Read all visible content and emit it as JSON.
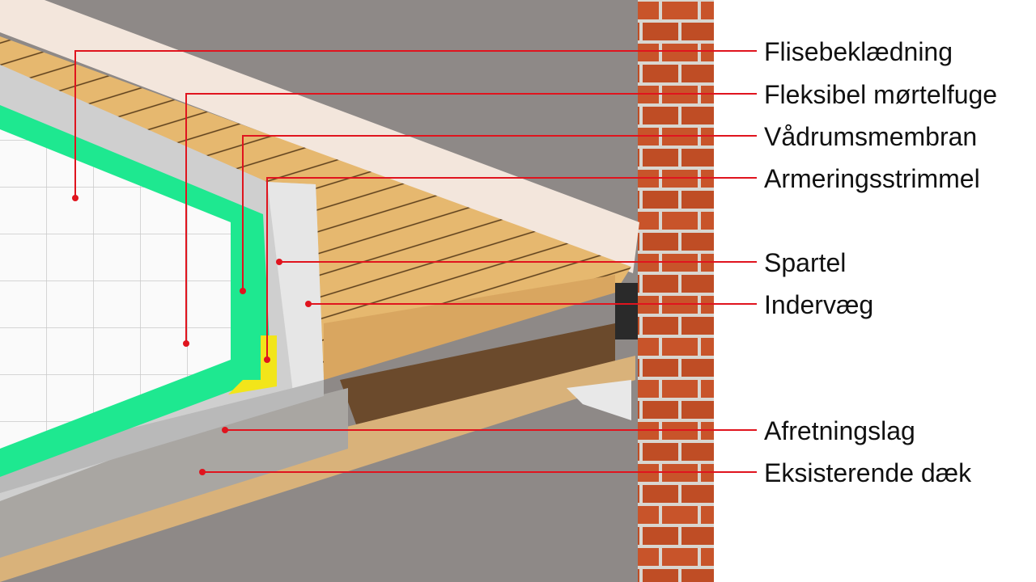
{
  "colors": {
    "leader": "#e0141e",
    "membrane": "#1ee890",
    "brick": "#c8542a",
    "wood": "#e3b36e",
    "wall": "#8e8987"
  },
  "labels": [
    {
      "id": "flisebeklaedning",
      "text": "Flisebeklædning"
    },
    {
      "id": "fleksibel-mortelfuge",
      "text": "Fleksibel mørtelfuge"
    },
    {
      "id": "vadrumsmembran",
      "text": "Vådrumsmembran"
    },
    {
      "id": "armeringsstrimmel",
      "text": "Armeringsstrimmel"
    },
    {
      "id": "spartel",
      "text": "Spartel"
    },
    {
      "id": "indervaeg",
      "text": "Indervæg"
    },
    {
      "id": "afretningslag",
      "text": "Afretningslag"
    },
    {
      "id": "eksisterende-daek",
      "text": "Eksisterende dæk"
    }
  ]
}
